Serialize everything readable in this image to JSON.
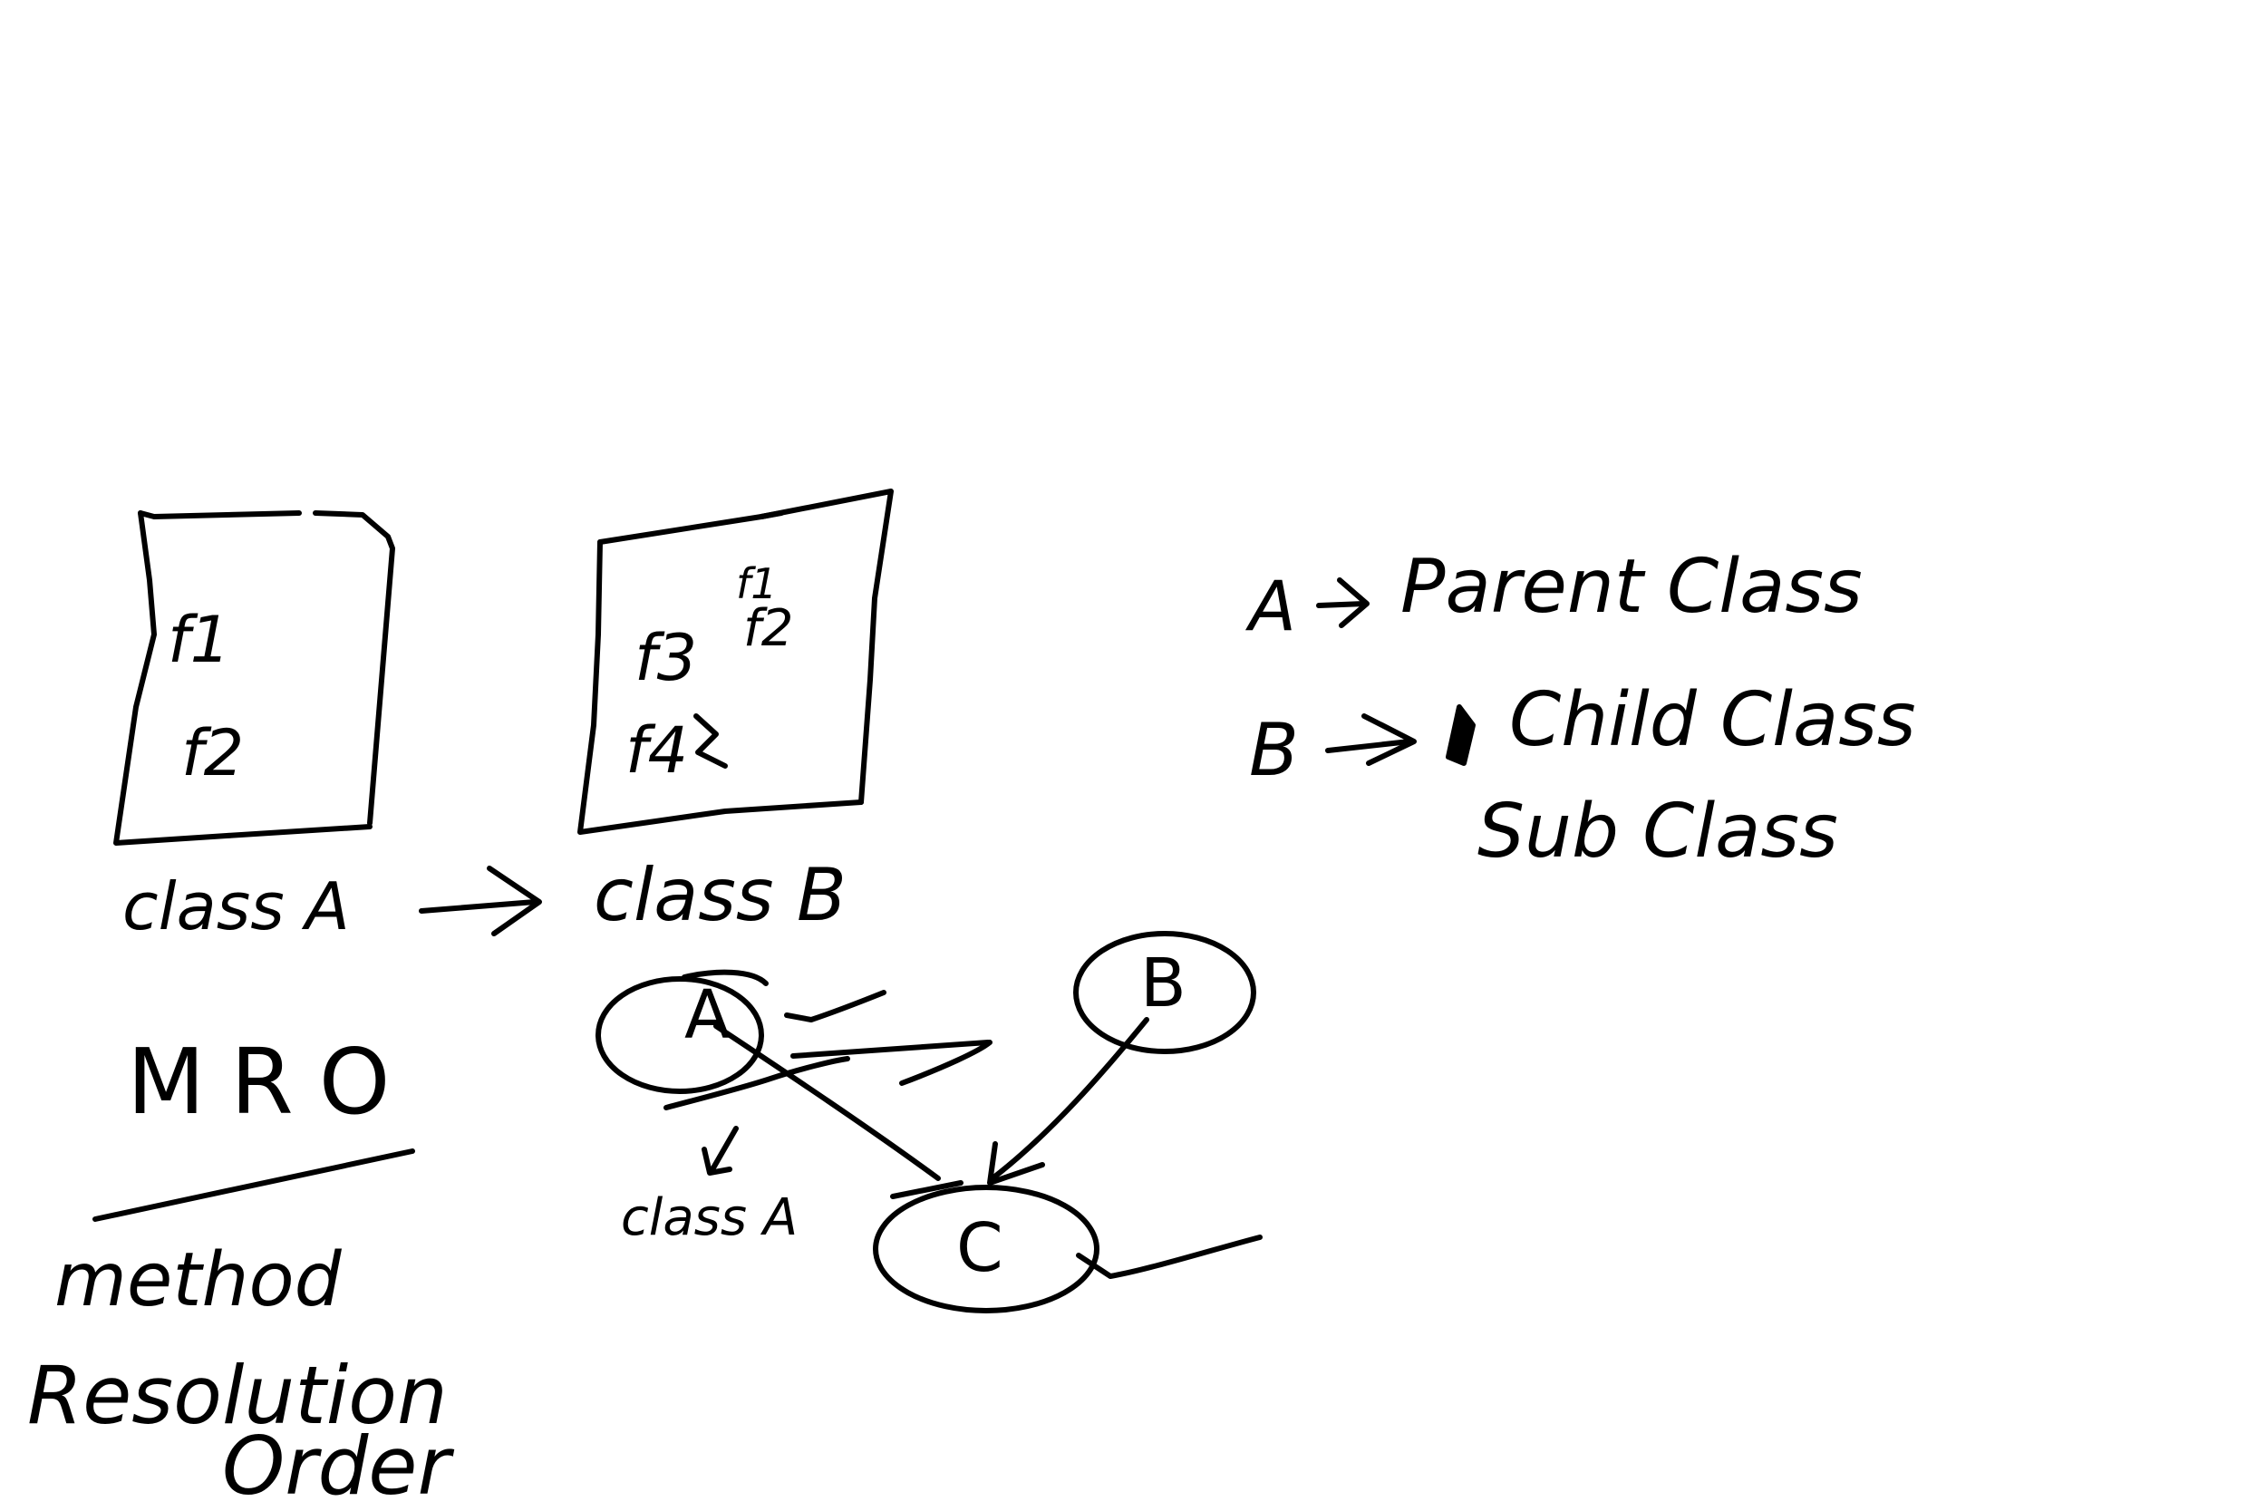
{
  "class_a_box": {
    "label": "class A",
    "members": [
      "f1",
      "f2"
    ]
  },
  "class_b_box": {
    "label": "class B",
    "members": [
      "f3",
      "f4"
    ],
    "annotations": [
      "f1",
      "f2"
    ]
  },
  "legend": {
    "a_line": {
      "letter": "A",
      "text": "Parent Class"
    },
    "b_line": {
      "letter": "B",
      "text": "Child Class",
      "alt_text": "Sub Class"
    }
  },
  "mro": {
    "acronym": "MRO",
    "expansion": [
      "method",
      "Resolution",
      "Order"
    ]
  },
  "graph": {
    "nodes": [
      "A",
      "B",
      "C"
    ],
    "node_a_caption": "class A"
  }
}
